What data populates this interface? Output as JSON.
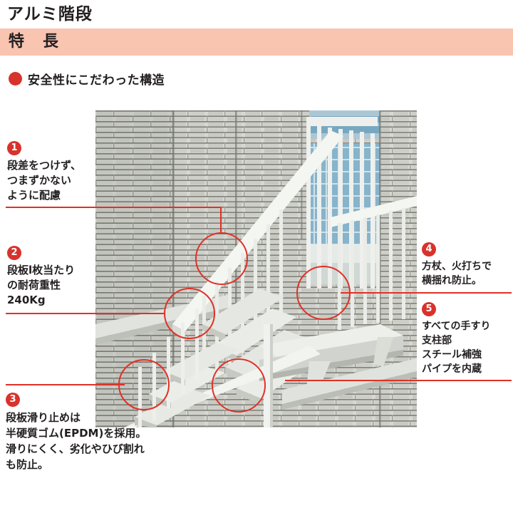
{
  "document": {
    "title": "アルミ階段",
    "section_band_label": "特　長",
    "bullet_heading": "安全性にこだわった構造",
    "bullet_icon": "red-dot-icon",
    "accent_red": "#d8322c",
    "band_pink": "#f9c4b0",
    "leader_red": "#e03127"
  },
  "photo": {
    "alt_name": "aluminum-staircase-photo",
    "description": "外壁タイルの建物に設置されたアルミ階段の写真",
    "palette": {
      "wall_light": "#d7d8d2",
      "wall_mid": "#bfc1ba",
      "wall_dark": "#8f918a",
      "mortar": "#6e7069",
      "rail_white": "#f2f3f0",
      "rail_shade": "#d2d5cd",
      "sky_building": "#8fb8cc",
      "glass_blue": "#6fa3bd"
    }
  },
  "callouts": [
    {
      "number": "❶",
      "digit": "1",
      "text": "段差をつけず、\nつまずかない\nように配慮",
      "side": "left"
    },
    {
      "number": "❷",
      "digit": "2",
      "text": "段板l枚当たり\nの耐荷重性\n240Kg",
      "side": "left"
    },
    {
      "number": "❸",
      "digit": "3",
      "text": "段板滑り止めは\n半硬質ゴム(EPDM)を採用。\n滑りにくく、劣化やひび割れ\nも防止。",
      "side": "left"
    },
    {
      "number": "❹",
      "digit": "4",
      "text": "方杖、火打ちで\n横揺れ防止。",
      "side": "right"
    },
    {
      "number": "❺",
      "digit": "5",
      "text": "すべての手すり\n支柱部\nスチール補強\nパイプを内蔵",
      "side": "right"
    }
  ]
}
